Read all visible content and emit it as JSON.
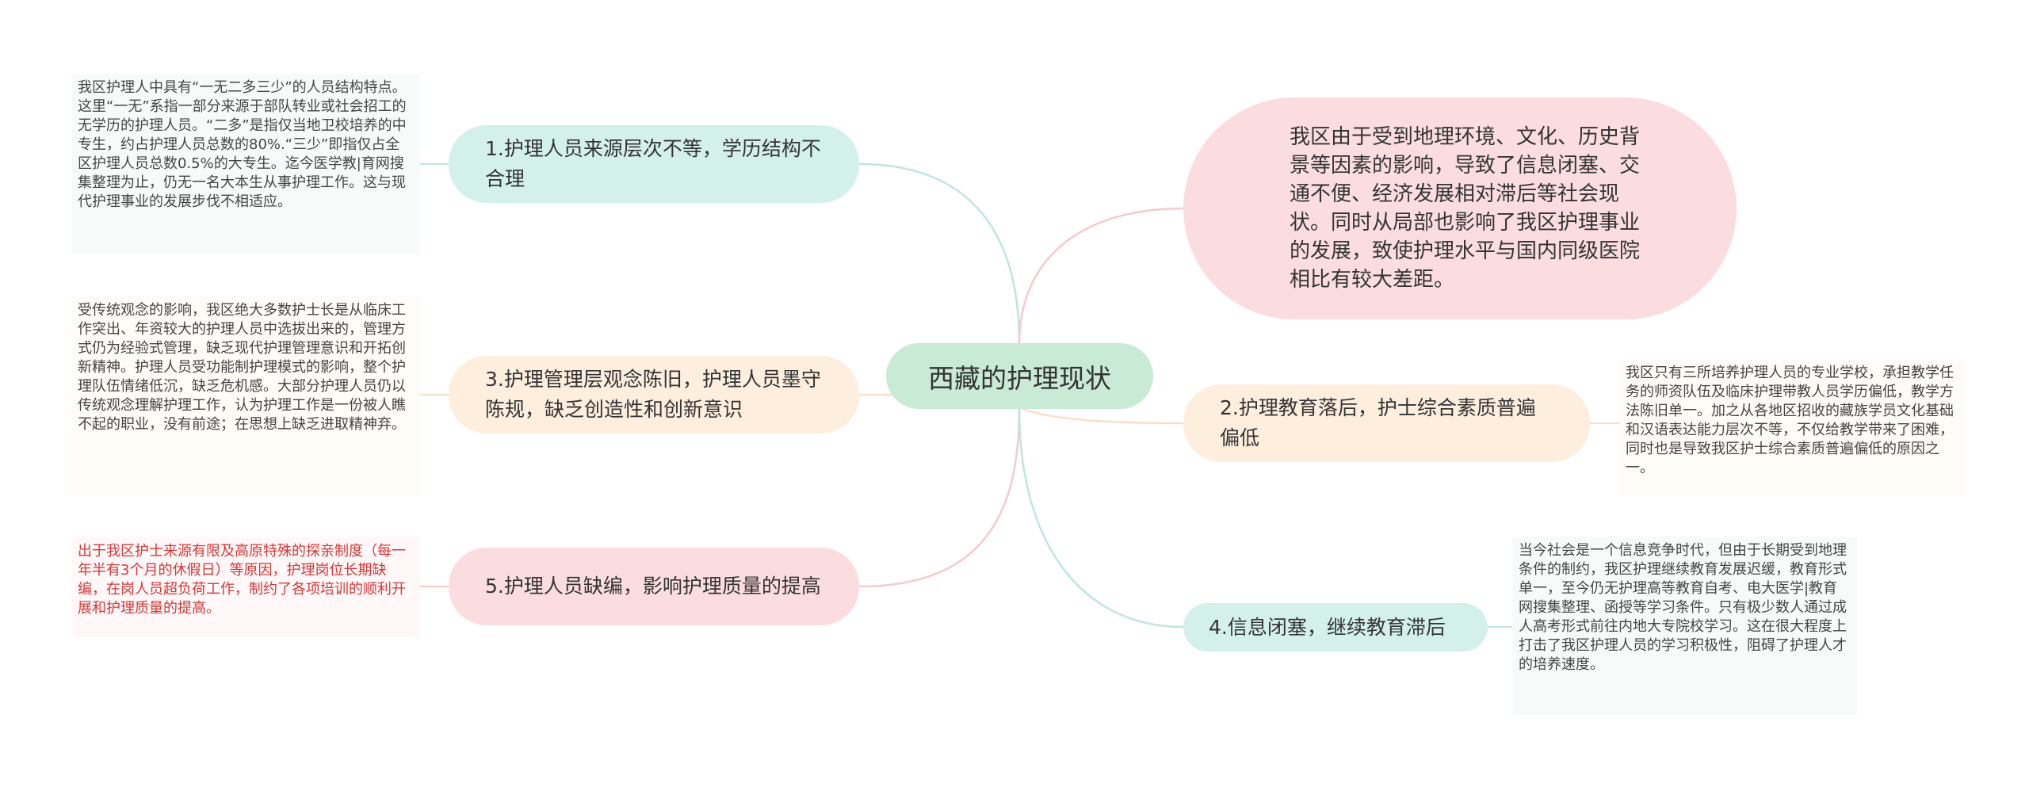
{
  "title": "西藏的护理现状",
  "intro": "我区由于受到地理环境、文化、历史背景等因素的影响，导致了信息闭塞、交通不便、经济发展相对滞后等社会现状。同时从局部也影响了我区护理事业的发展，致使护理水平与国内同级医院相比有较大差距。",
  "branches": {
    "b1": {
      "label": "1.护理人员来源层次不等，学历结构不合理",
      "note": "我区护理人中具有“一无二多三少”的人员结构特点。这里“一无”系指一部分来源于部队转业或社会招工的无学历的护理人员。“二多”是指仅当地卫校培养的中专生，约占护理人员总数的80%.“三少”即指仅占全区护理人员总数0.5%的大专生。迄今医学教|育网搜集整理为止，仍无一名大本生从事护理工作。这与现代护理事业的发展步伐不相适应。"
    },
    "b2": {
      "label": "2.护理教育落后，护士综合素质普遍偏低",
      "note": "我区只有三所培养护理人员的专业学校，承担教学任务的师资队伍及临床护理带教人员学历偏低，教学方法陈旧单一。加之从各地区招收的藏族学员文化基础和汉语表达能力层次不等，不仅给教学带来了困难，同时也是导致我区护士综合素质普遍偏低的原因之一。"
    },
    "b3": {
      "label": "3.护理管理层观念陈旧，护理人员墨守陈规，缺乏创造性和创新意识",
      "note": "受传统观念的影响，我区绝大多数护士长是从临床工作突出、年资较大的护理人员中选拔出来的，管理方式仍为经验式管理，缺乏现代护理管理意识和开拓创新精神。护理人员受功能制护理模式的影响，整个护理队伍情绪低沉，缺乏危机感。大部分护理人员仍以传统观念理解护理工作，认为护理工作是一份被人瞧不起的职业，没有前途；在思想上缺乏进取精神弃。"
    },
    "b4": {
      "label": "4.信息闭塞，继续教育滞后",
      "note": "当今社会是一个信息竞争时代，但由于长期受到地理条件的制约，我区护理继续教育发展迟缓，教育形式单一，至今仍无护理高等教育自考、电大医学|教育网搜集整理、函授等学习条件。只有极少数人通过成人高考形式前往内地大专院校学习。这在很大程度上打击了我区护理人员的学习积极性，阻碍了护理人才的培养速度。"
    },
    "b5": {
      "label": "5.护理人员缺编，影响护理质量的提高",
      "note": "出于我区护士来源有限及高原特殊的探亲制度（每一年半有3个月的休假日）等原因，护理岗位长期缺编，在岗人员超负荷工作，制约了各项培训的顺利开展和护理质量的提高。"
    }
  },
  "colors": {
    "center": "#c9ead4",
    "mint": "#d3f1ea",
    "peach": "#fdeede",
    "pink": "#fbdde0",
    "note_red": "#d23a3a"
  }
}
